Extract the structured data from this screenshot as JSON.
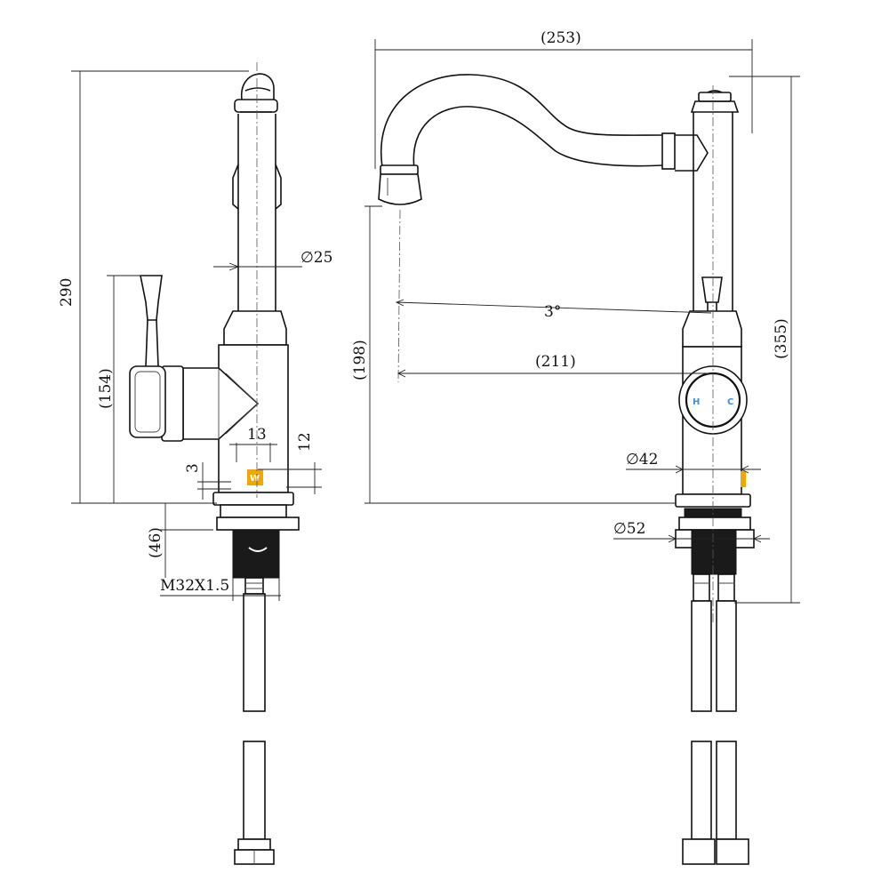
{
  "dimensions": {
    "overall_width": "(253)",
    "left_height": "290",
    "handle_height": "(154)",
    "outlet_height": "(198)",
    "total_height": "(355)",
    "reach": "(211)",
    "tilt_angle": "3°",
    "spout_dia": "∅25",
    "base_dia": "∅42",
    "flange_dia": "∅52",
    "shank_length": "(46)",
    "thread": "M32X1.5",
    "dim_13": "13",
    "dim_12": "12",
    "dim_3": "3"
  },
  "indicator": {
    "hot": "H",
    "cold": "C",
    "hot_color": "#3a8fd9",
    "cold_color": "#3a8fd9",
    "logo_color": "#f0a800"
  }
}
